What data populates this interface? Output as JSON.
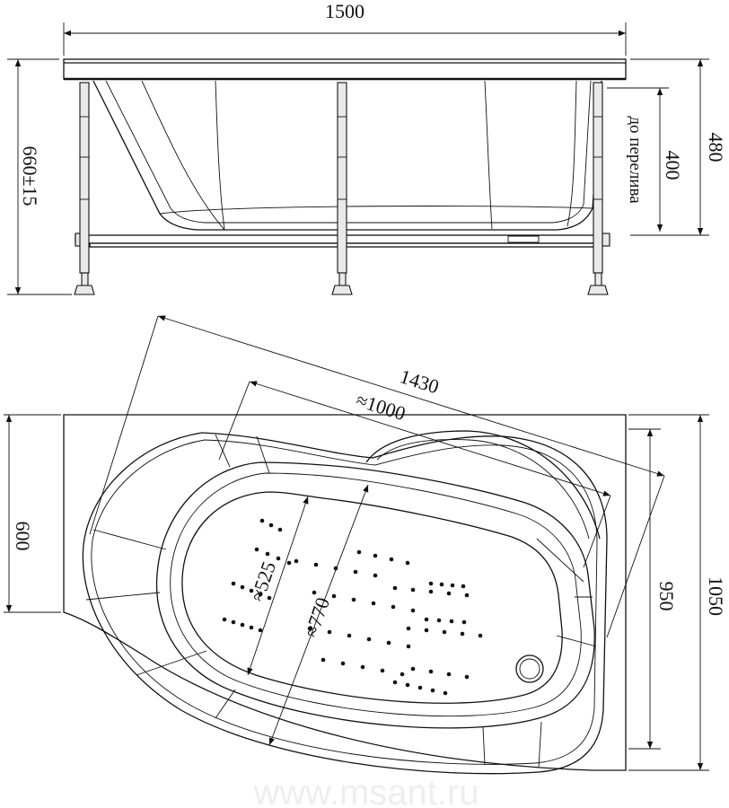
{
  "side_view": {
    "width_label": "1500",
    "height_label": "660±15",
    "total_height_label": "480",
    "overflow_depth_label": "400",
    "overflow_caption": "до перелива"
  },
  "top_view": {
    "diagonal_label": "1430",
    "inner_length_label": "≈1000",
    "inner_width_label": "≈525",
    "inner_diagonal_label": "≈770",
    "left_side_label": "600",
    "right_inner_label": "950",
    "right_total_label": "1050"
  },
  "watermark": "www.msant.ru",
  "colors": {
    "line": "#111111",
    "background": "#ffffff",
    "leg_fill": "#e9e9e9"
  },
  "jets_count": 72
}
